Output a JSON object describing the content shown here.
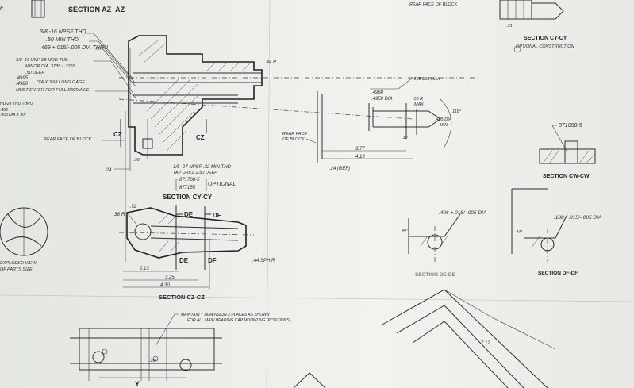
{
  "section_az": {
    "title": "SECTION AZ–AZ"
  },
  "callouts_cy": {
    "thread_top": "3/8 -16 NPSF THD",
    ".50_min_thd": ".50 MIN THD",
    "dia_thru": ".469 +.015/-.005 DIA THRU",
    "unf_thd": "3/8 -16 UNF-3B MOD THD",
    "minor_dia": "MINOR DIA .3735 - .3755",
    "deep": ".50 DEEP",
    "dia_gage_a": ".4995",
    "dia_gage_b": ".4980",
    "gage_note": "DIA X 3.68 LONG GAGE",
    "full_distance": "MUST ENTER FOR FULL DISTANCE",
    "rear_face": "REAR FACE OF BLOCK",
    "left_thd": "HD-28 THD THRU",
    "left_dia_a": ".469",
    "left_dia_b": ".453 DIA X 90°"
  },
  "dims_cy": {
    "r44": ".44 R",
    "d24": ".24",
    "d38": ".38",
    "cz": "CZ",
    "npsf_bottom": "1/8 -27 NPSF .32 MIN THD",
    "tap_drill": "TAP DRILL 2.50 DEEP",
    "opt1": "871708-5",
    "opt2": "877155",
    "optional": "OPTIONAL",
    "title": "SECTION CY-CY"
  },
  "detail_right": {
    "dia_max": ".505 DIA MAX",
    "dia1": ".4960",
    "dia2": ".4950 DIA",
    "r05": ".05 R",
    "max": "MAX",
    "angle": "118°",
    "dia3": ".405 DIA",
    "min": "MIN",
    "rear_face": "REAR FACE",
    "of_block": "OF BLOCK",
    "d32": ".32",
    "d377": "3.77",
    "d419": "4.19",
    "ref": ".24 (REF)"
  },
  "section_cz": {
    "r36": ".36 R",
    "d52": ".52",
    "de": "DE",
    "df": "DF",
    "sph": ".44 SPH R",
    "d213": "2.13",
    "d325": "3.25",
    "d430": "4.30",
    "title": "SECTION CZ-CZ"
  },
  "top_right": {
    "rear_face": "REAR FACE OF BLOCK",
    "d31": ".31",
    "title": "SECTION CY-CY",
    "subtitle": "OPTIONAL CONSTRUCTION"
  },
  "section_cw": {
    "part": "371058-5",
    "title": "SECTION CW-CW"
  },
  "section_de": {
    "dia": ".406 +.015/-.005 DIA",
    "angle": "44°",
    "title": "SECTION DE-DE"
  },
  "section_df": {
    "dia": ".188 +.015/-.005 DIA",
    "angle": "44°",
    "title": "SECTION DF-DF"
  },
  "left_edge": {
    "view": "EXPLODED VIEW",
    "size": "OF PARTS SIZE"
  },
  "bottom": {
    "note1": "MAINTAIN Y DIMENSION 2 PLACES AS SHOWN",
    "note2": "FOR ALL MAIN BEARING CAP MOUNTING (POSITIONS)",
    "y_label": "Y",
    "d28": ".28",
    "d712": "7.12"
  }
}
